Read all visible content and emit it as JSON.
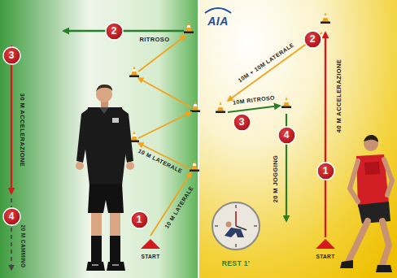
{
  "diagram": {
    "nodes": [
      {
        "text": [
          "1"
        ]
      },
      {
        "text": [
          "2"
        ]
      },
      {
        "text": [
          "3"
        ]
      },
      {
        "text": [
          "4"
        ]
      },
      {
        "text": [
          "1"
        ]
      },
      {
        "text": [
          "2"
        ]
      },
      {
        "text": [
          "3"
        ]
      },
      {
        "text": [
          "4"
        ]
      }
    ],
    "labels": [
      "RITROSO",
      "10 M LATERALE",
      "10 M LATERALE",
      "30 M ACCELERAZIONE",
      "20 M CAMMINO",
      "START",
      "AIA",
      "40 M ACCELERAZIONE",
      "10M + 10M LATERALE",
      "10M RITROSO",
      "20 M JOGGING",
      "START",
      "REST 1'"
    ]
  }
}
